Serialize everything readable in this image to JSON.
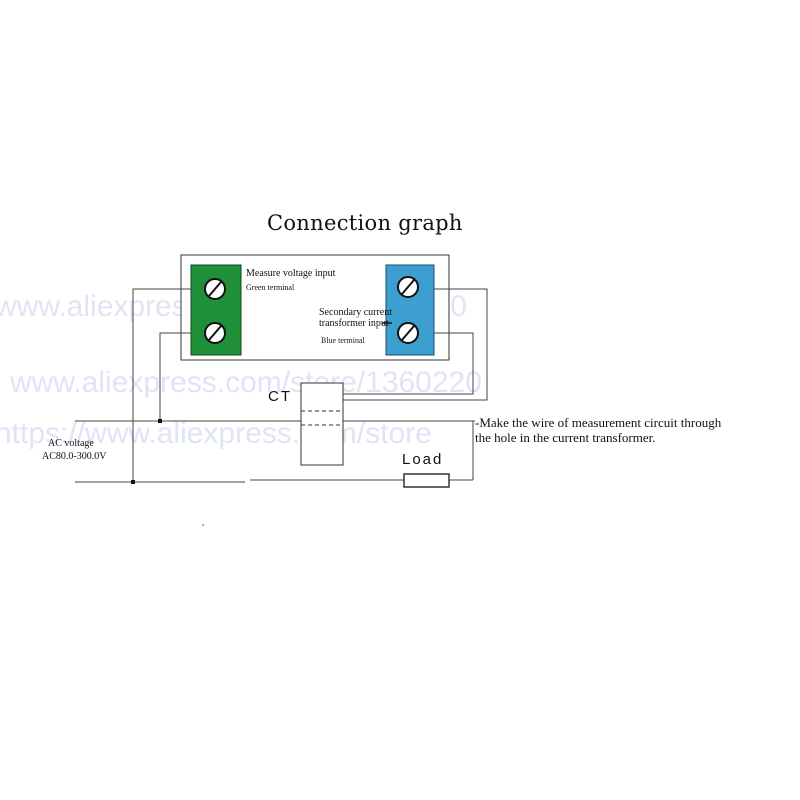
{
  "diagram": {
    "title": "Connection graph",
    "green_terminal": {
      "label": "Measure voltage input",
      "sublabel": "Green terminal",
      "color": "#1f8f3a"
    },
    "blue_terminal": {
      "label_line1": "Secondary current",
      "label_line2": "transformer input",
      "sublabel": "Blue terminal",
      "color": "#3d9fd0"
    },
    "ct_label": "CT",
    "load_label": "Load",
    "ac_voltage_line1": "AC voltage",
    "ac_voltage_line2": "AC80.0-300.0V",
    "note_line1": "-Make the wire of measurement circuit through",
    "note_line2": " the hole in the current transformer.",
    "watermark": "www.aliexpress.com/store/1360220",
    "watermark_line3": "https://www.aliexpress.com/store"
  }
}
